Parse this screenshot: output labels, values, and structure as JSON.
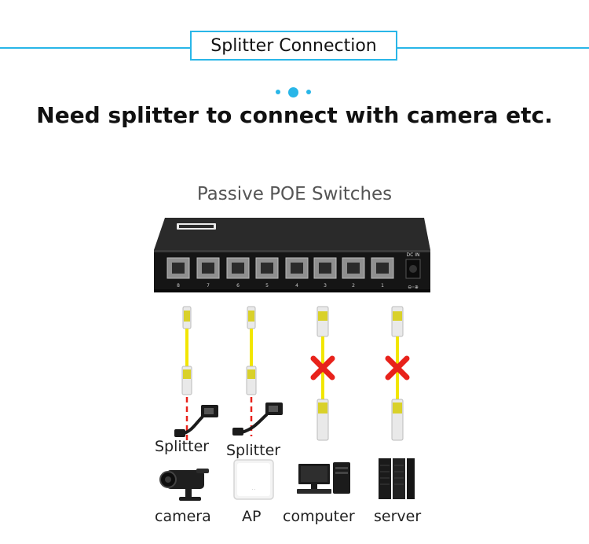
{
  "header": {
    "title": "Splitter Connection"
  },
  "headline": "Need splitter to connect with camera etc.",
  "switch_title": "Passive POE Switches",
  "switch": {
    "brand": "",
    "dc_label": "DC IN",
    "port_numbers": [
      "8",
      "7",
      "6",
      "5",
      "4",
      "3",
      "2",
      "1"
    ]
  },
  "splitter_labels": [
    "Splitter",
    "Splitter"
  ],
  "devices": [
    {
      "label": "camera",
      "icon": "camera-icon"
    },
    {
      "label": "AP",
      "icon": "access-point-icon"
    },
    {
      "label": "computer",
      "icon": "computer-icon"
    },
    {
      "label": "server",
      "icon": "server-icon"
    }
  ],
  "colors": {
    "accent": "#29b6e8",
    "cable": "#f2e600",
    "cross": "#e8221b",
    "dashed": "#e8221b"
  }
}
